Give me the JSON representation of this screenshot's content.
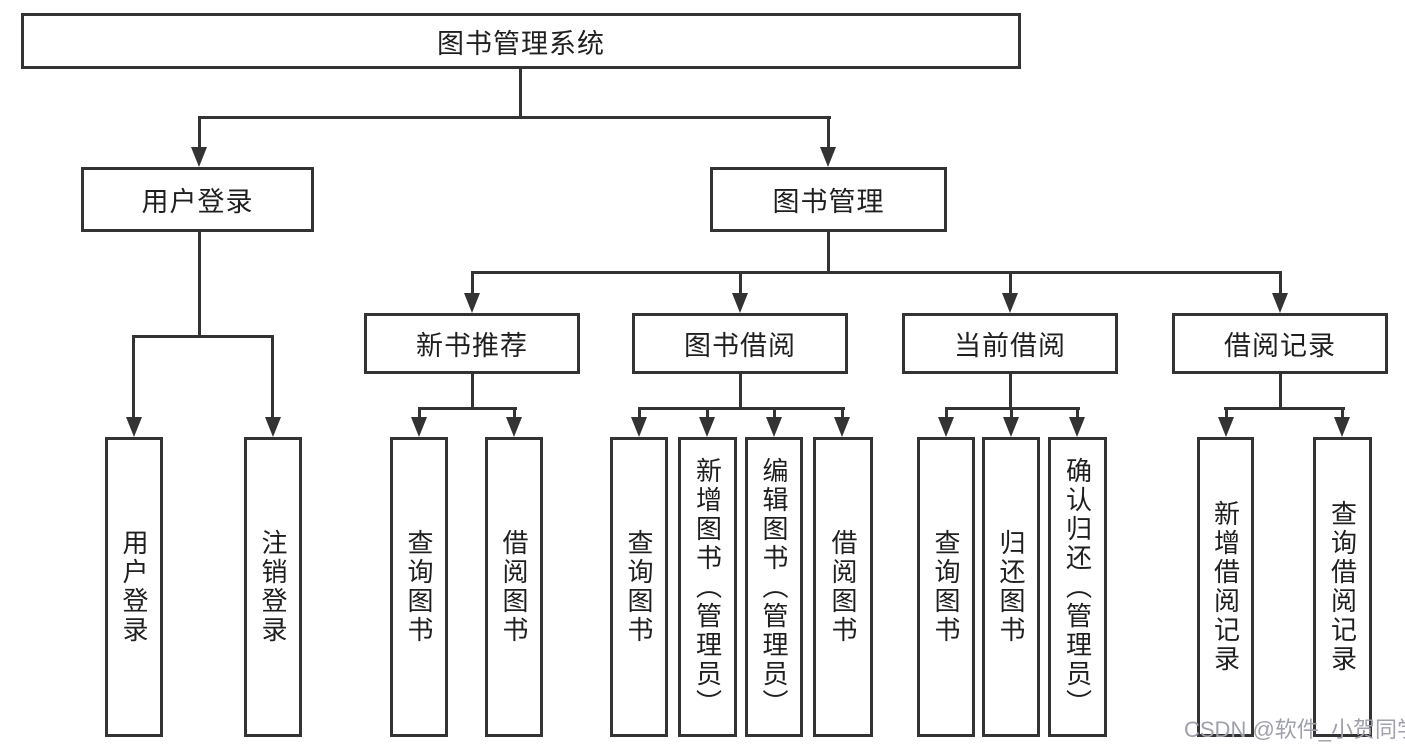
{
  "diagram": {
    "title": "图书管理系统",
    "root": {
      "label": "图书管理系统"
    },
    "level1": [
      {
        "label": "用户登录"
      },
      {
        "label": "图书管理"
      }
    ],
    "level2": [
      {
        "label": "新书推荐"
      },
      {
        "label": "图书借阅"
      },
      {
        "label": "当前借阅"
      },
      {
        "label": "借阅记录"
      }
    ],
    "leaves": [
      {
        "label": "用户登录"
      },
      {
        "label": "注销登录"
      },
      {
        "label": "查询图书"
      },
      {
        "label": "借阅图书"
      },
      {
        "label": "查询图书"
      },
      {
        "label": "新增图书（管理员）"
      },
      {
        "label": "编辑图书（管理员）"
      },
      {
        "label": "借阅图书"
      },
      {
        "label": "查询图书"
      },
      {
        "label": "归还图书"
      },
      {
        "label": "确认归还（管理员）"
      },
      {
        "label": "新增借阅记录"
      },
      {
        "label": "查询借阅记录"
      }
    ]
  },
  "watermark": {
    "text": "CSDN @软件_小贺同学"
  },
  "colors": {
    "line": "#333333",
    "text": "#1f1f1f",
    "background": "#ffffff",
    "watermark": "#9fa0ab"
  }
}
